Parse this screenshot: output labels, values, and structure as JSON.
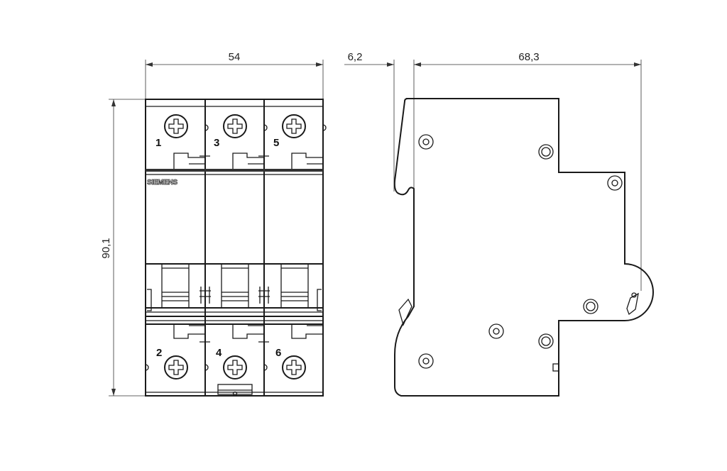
{
  "dimensions": {
    "width": "54",
    "depth_offset": "6,2",
    "depth": "68,3",
    "height": "90,1"
  },
  "front_view": {
    "brand": "SIEMENS",
    "top_terminals": [
      "1",
      "3",
      "5"
    ],
    "bottom_terminals": [
      "2",
      "4",
      "6"
    ]
  }
}
